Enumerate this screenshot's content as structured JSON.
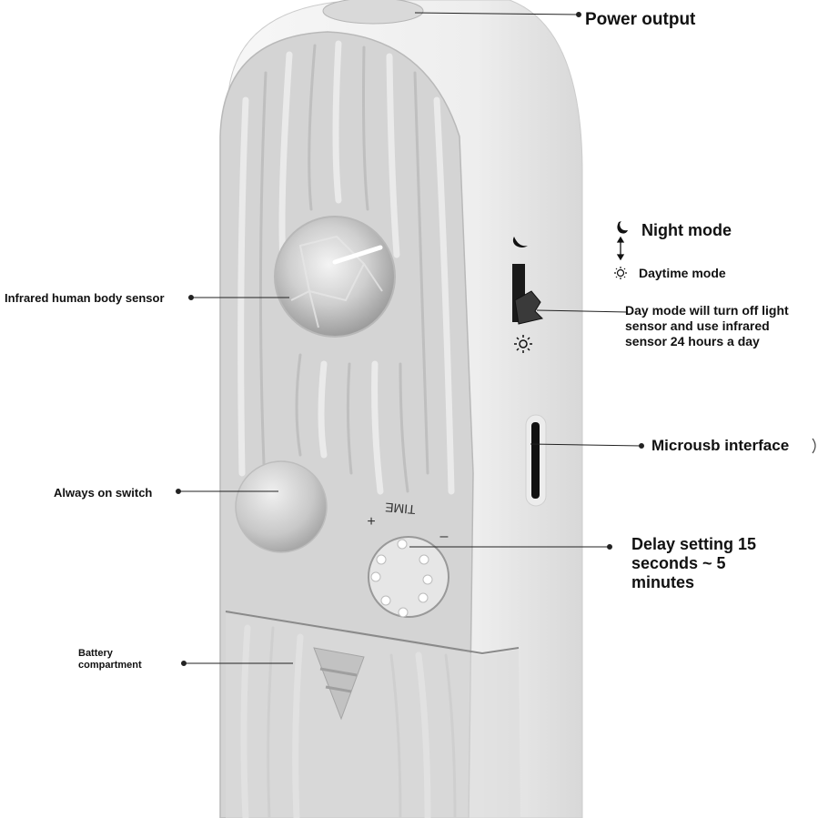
{
  "labels": {
    "power_output": "Power output",
    "night_mode": "Night mode",
    "daytime_mode": "Daytime mode",
    "day_mode_note": "Day mode will turn off light\nsensor and use infrared\nsensor 24 hours a day",
    "infrared_sensor": "Infrared human body sensor",
    "microusb": "Microusb interface",
    "always_on": "Always on switch",
    "delay_setting": "Delay setting 15\nseconds ~ 5\nminutes",
    "battery": "Battery\ncompartment"
  },
  "device": {
    "time_label": "TIME",
    "plus_sign": "+",
    "minus_sign": "–"
  },
  "icons": {
    "moon": "moon-icon",
    "sun": "sun-icon",
    "arrow": "up-down-arrow-icon"
  },
  "colors": {
    "body": "#f2f2f2",
    "face": "#d6d6d6",
    "ridge_light": "#e8e8e8",
    "ridge_dark": "#bdbdbd",
    "lens": "#c9c9c9",
    "leader": "#222222"
  }
}
